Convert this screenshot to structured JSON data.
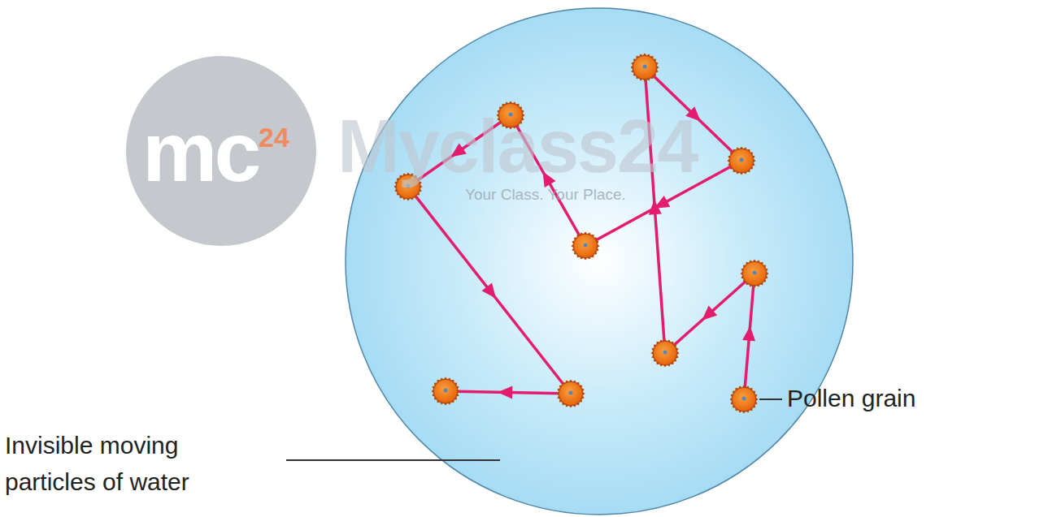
{
  "diagram": {
    "labels": [
      "mc",
      "24",
      "Myclass24",
      "Your Class. Your Place.",
      "Pollen grain",
      "Invisible moving particles of water"
    ]
  }
}
